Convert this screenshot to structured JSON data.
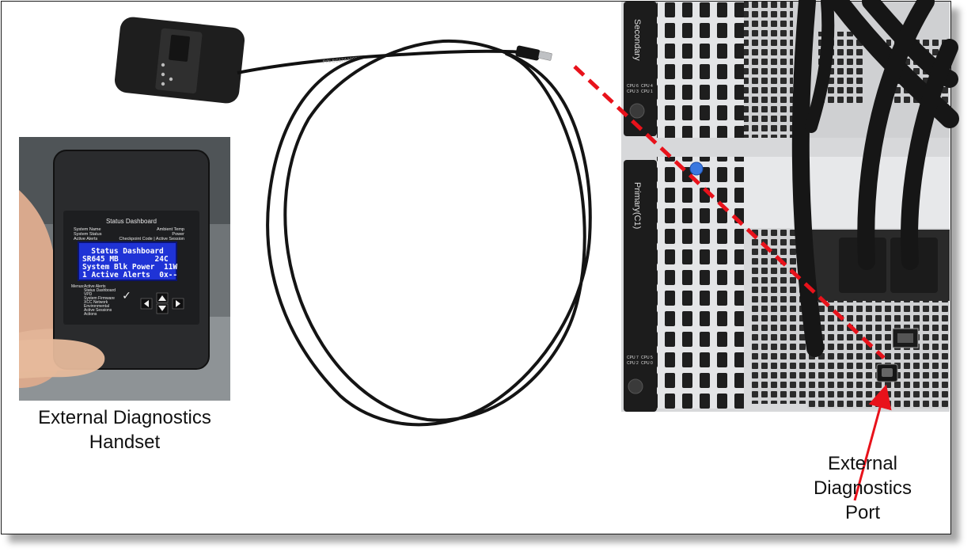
{
  "handset": {
    "caption_line1": "External Diagnostics",
    "caption_line2": "Handset",
    "face_title": "Status Dashboard",
    "face_left_labels": [
      "System Name",
      "System Status",
      "Active Alerts"
    ],
    "face_right_labels": [
      "Ambient Temp",
      "Power",
      "Checkpoint Code | Active Session"
    ],
    "lcd_lines": [
      "Status Dashboard",
      "SR645 MB        24C",
      "System Blk Power  11W",
      "1 Active Alerts  0x--"
    ],
    "menu_title": "Menus:",
    "menu_items": [
      "Active Alerts",
      "Status Dashboard",
      "VPD",
      "System Firmware",
      "XCC Network",
      "Environmental",
      "Active Sessions",
      "Actions"
    ],
    "check_glyph": "✓"
  },
  "cable": {
    "label": "P/N SC17A10887"
  },
  "server": {
    "upper_label": "Secondary",
    "lower_label": "Primary(C1)",
    "cpu_labels_upper": [
      "CPU 6",
      "CPU 4",
      "CPU 3",
      "CPU 1"
    ],
    "cpu_labels_lower": [
      "CPU 7",
      "CPU 5",
      "CPU 2",
      "CPU 0"
    ]
  },
  "port": {
    "caption_line1": "External",
    "caption_line2": "Diagnostics",
    "caption_line3": "Port"
  },
  "colors": {
    "dashed_line": "#e8121b",
    "arrow": "#e8121b",
    "lcd_background": "#1f33d6",
    "chassis_black": "#1c1c1c",
    "metal": "#d9dadc"
  }
}
